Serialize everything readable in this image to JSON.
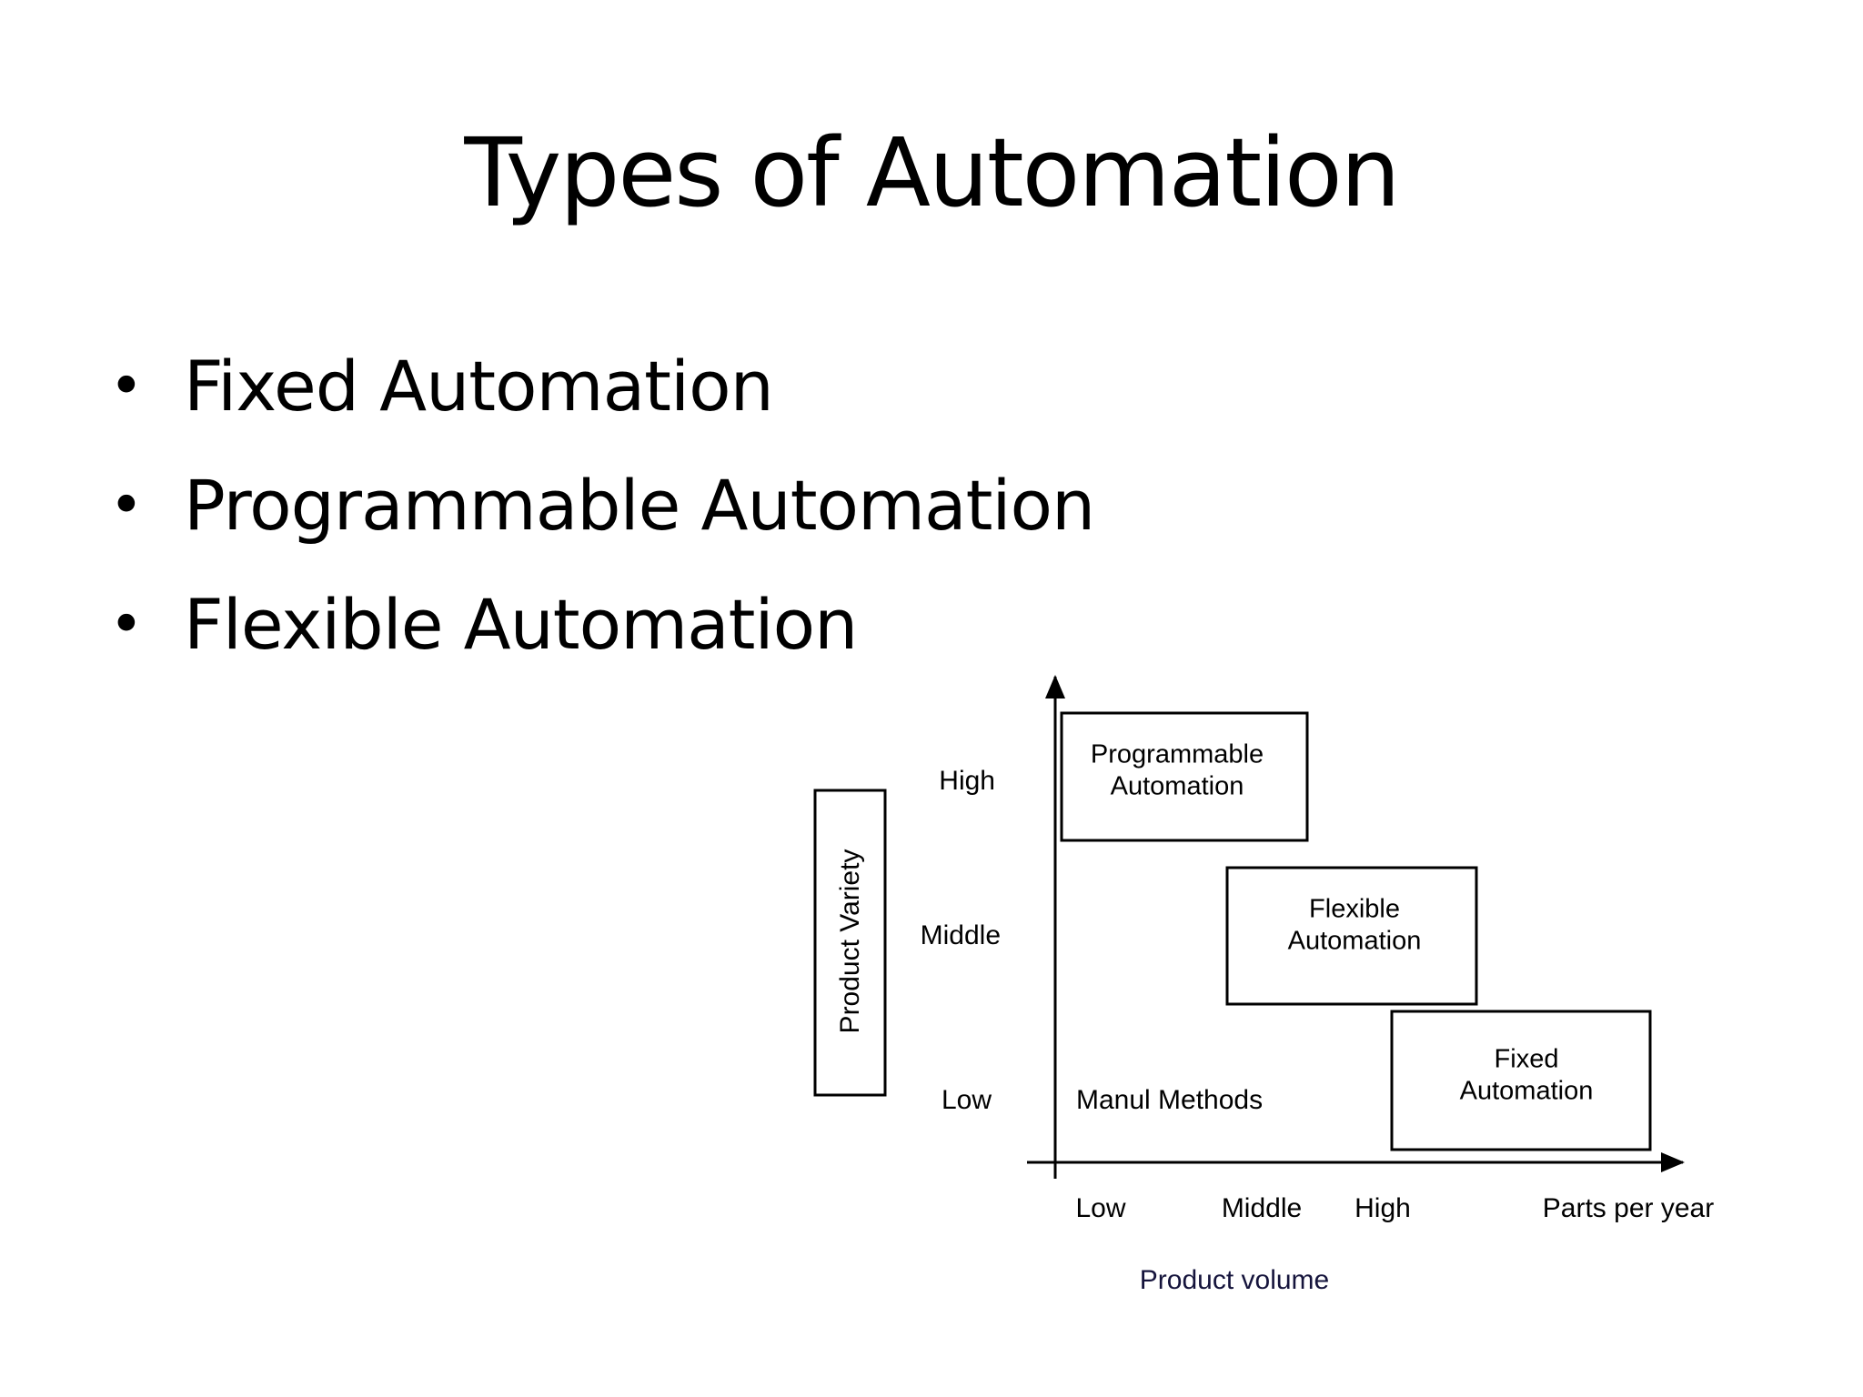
{
  "slide": {
    "title": "Types of Automation",
    "bullet_glyph": "•",
    "bullets": [
      {
        "label": "Fixed Automation"
      },
      {
        "label": "Programmable Automation"
      },
      {
        "label": "Flexible Automation"
      }
    ]
  },
  "chart_data": {
    "type": "scatter",
    "title": "",
    "xlabel": "Product volume",
    "ylabel": "Product Variety",
    "x_axis_end_label": "Parts per year",
    "x_tick_labels": [
      "Low",
      "Middle",
      "High"
    ],
    "y_tick_labels": [
      "High",
      "Middle",
      "Low"
    ],
    "grid": false,
    "legend": "none",
    "annotations": [
      {
        "name": "manual-methods",
        "text": "Manul Methods",
        "boxed": false,
        "x_band": "Low",
        "y_band": "Low"
      }
    ],
    "regions": [
      {
        "name": "programmable-automation",
        "line1": "Programmable",
        "line2": "Automation",
        "x_band": "Low",
        "y_band": "High"
      },
      {
        "name": "flexible-automation",
        "line1": "Flexible",
        "line2": "Automation",
        "x_band": "Middle",
        "y_band": "Middle"
      },
      {
        "name": "fixed-automation",
        "line1": "Fixed",
        "line2": "Automation",
        "x_band": "High",
        "y_band": "Low"
      }
    ]
  },
  "colors": {
    "background": "#ffffff",
    "text": "#000000",
    "chart_line": "#000000",
    "caption": "#15143c"
  }
}
